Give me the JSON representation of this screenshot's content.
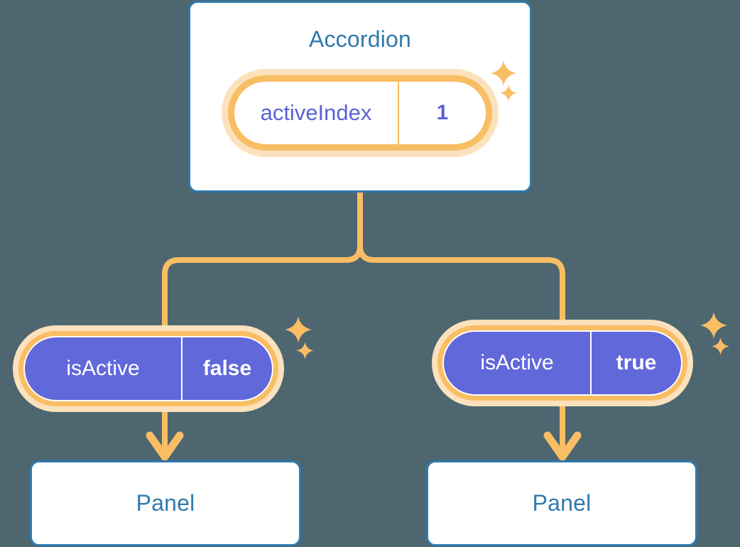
{
  "diagram": {
    "title_text": "Accordion",
    "background_color": "#4d6670",
    "accent_orange": "#f9bd63",
    "accent_orange_pale": "#fbe2bc",
    "accent_blue": "#2f7aad",
    "accent_purple": "#6168da",
    "state_text_purple": "#5b63d6"
  },
  "root": {
    "label": "Accordion",
    "state": {
      "key": "activeIndex",
      "value": "1"
    }
  },
  "children": [
    {
      "state": {
        "key": "isActive",
        "value": "false"
      },
      "panel": {
        "label": "Panel"
      }
    },
    {
      "state": {
        "key": "isActive",
        "value": "true"
      },
      "panel": {
        "label": "Panel"
      }
    }
  ],
  "decorations": {
    "sparkle_icon": "sparkle-four-point-star",
    "arrow_icon": "arrow-down-icon",
    "connector_icon": "branch-connector"
  }
}
